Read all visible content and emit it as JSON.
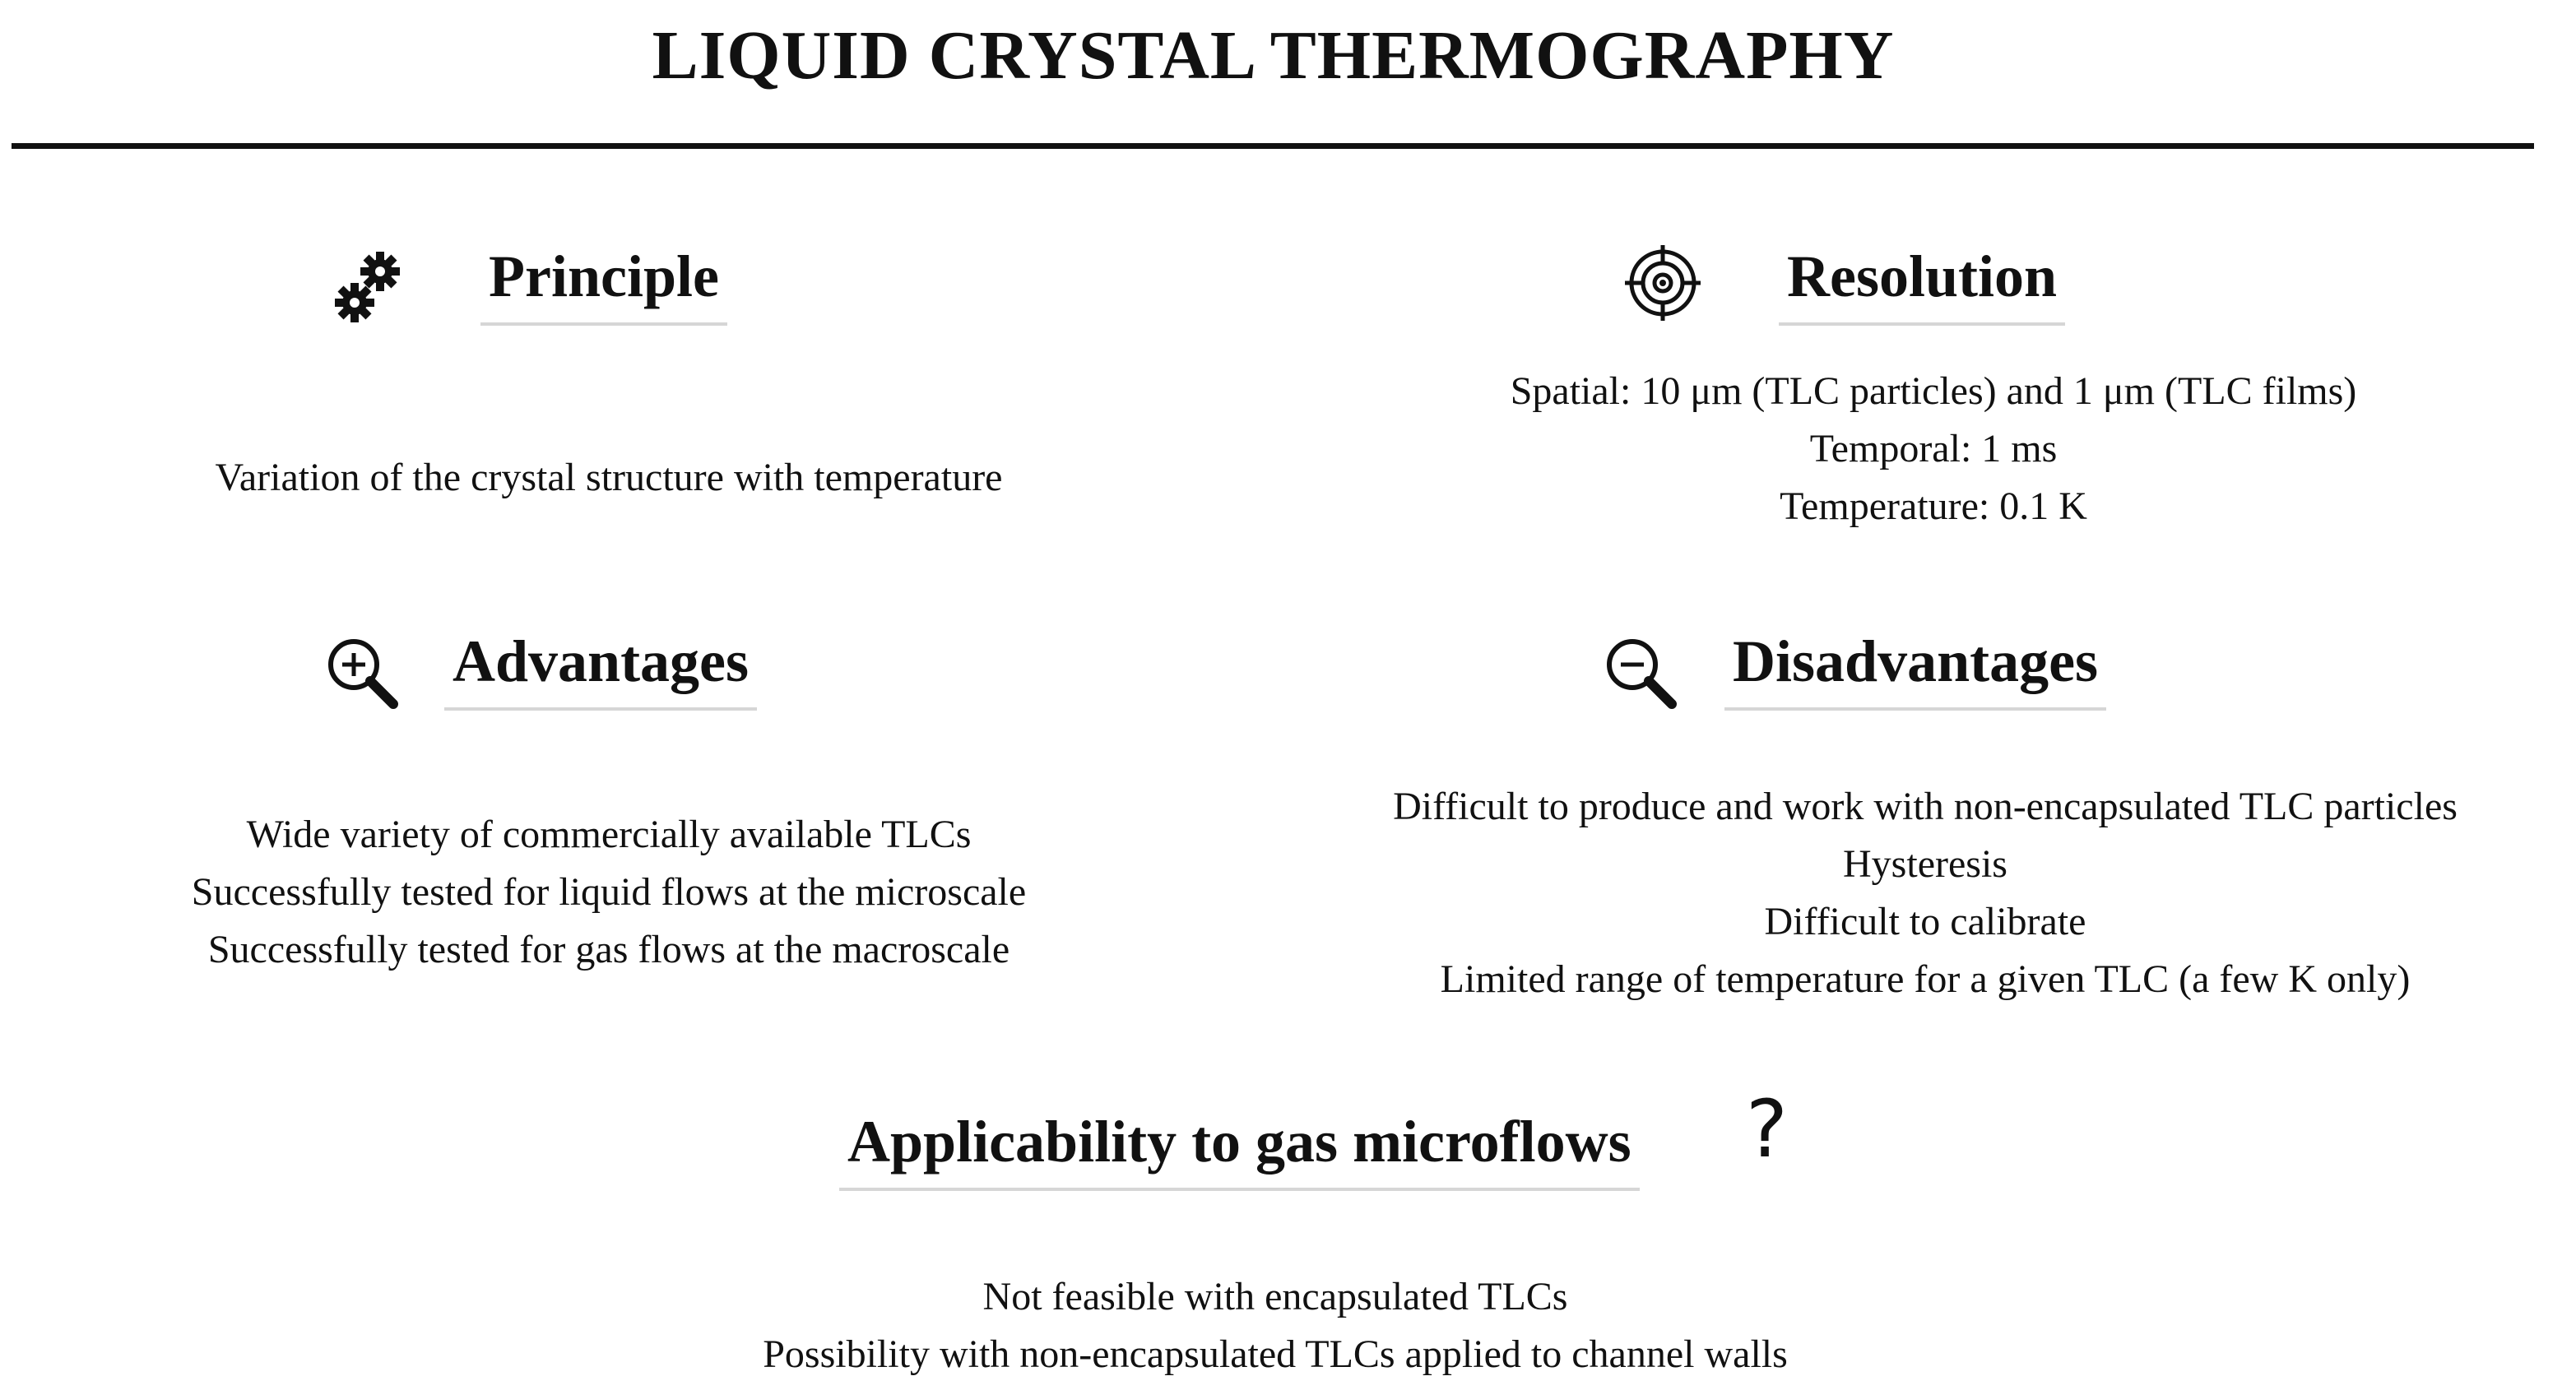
{
  "title": "LIQUID CRYSTAL THERMOGRAPHY",
  "sections": {
    "principle": {
      "icon": "gears-icon",
      "heading": "Principle",
      "lines": [
        "Variation of the crystal structure with temperature"
      ]
    },
    "resolution": {
      "icon": "target-icon",
      "heading": "Resolution",
      "lines": [
        "Spatial: 10 μm (TLC particles) and 1 μm (TLC films)",
        "Temporal: 1 ms",
        "Temperature: 0.1 K"
      ]
    },
    "advantages": {
      "icon": "zoom-in-icon",
      "heading": "Advantages",
      "lines": [
        "Wide variety of commercially available TLCs",
        "Successfully tested for liquid flows at the microscale",
        "Successfully tested for gas flows at the macroscale"
      ]
    },
    "disadvantages": {
      "icon": "zoom-out-icon",
      "heading": "Disadvantages",
      "lines": [
        "Difficult to produce and work with non-encapsulated TLC particles",
        "Hysteresis",
        "Difficult to calibrate",
        "Limited range of temperature for a given TLC (a few K only)"
      ]
    },
    "applicability": {
      "icon": "question-mark-icon",
      "heading": "Applicability to gas microflows",
      "symbol": "?",
      "lines": [
        "Not feasible with encapsulated TLCs",
        "Possibility with non-encapsulated TLCs applied to channel walls"
      ]
    }
  },
  "colors": {
    "text": "#111111",
    "underline": "#d6d6d6"
  }
}
